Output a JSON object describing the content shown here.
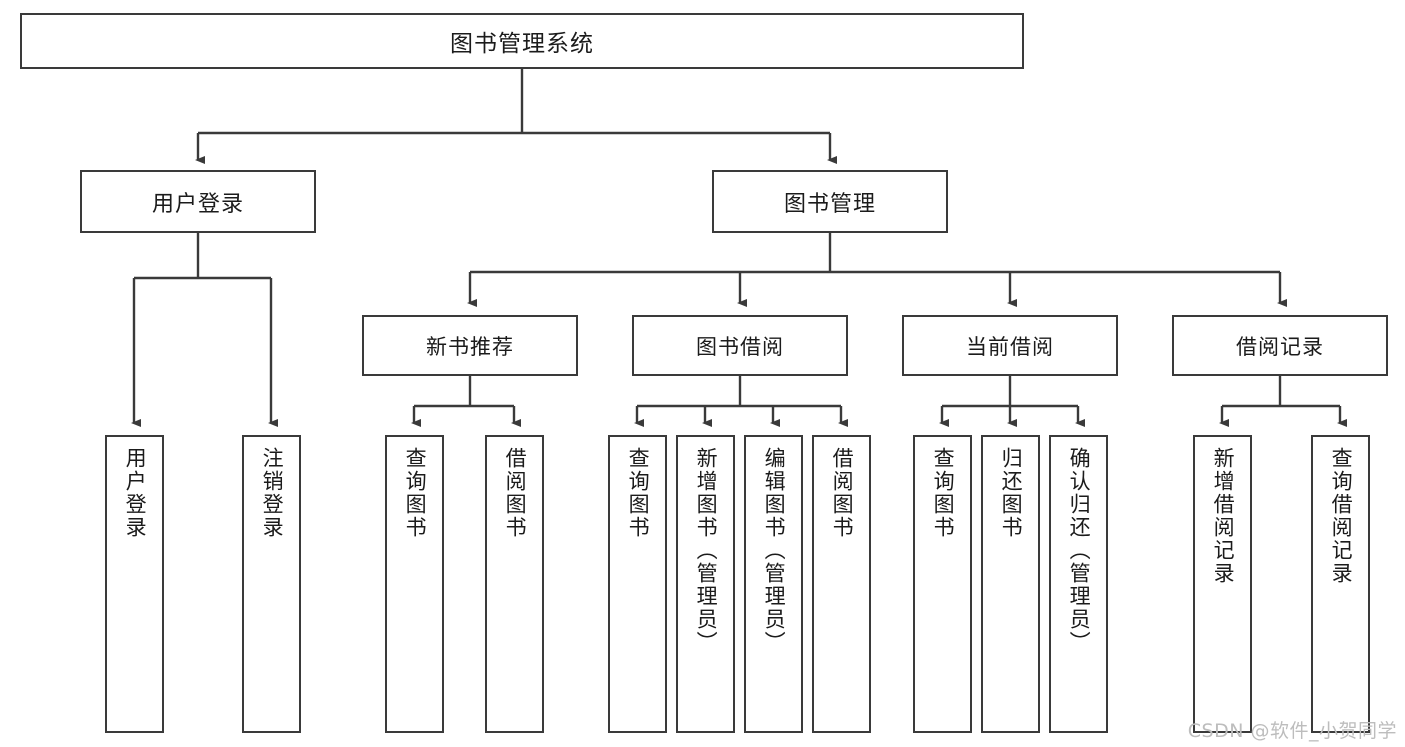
{
  "diagram": {
    "title": "图书管理系统",
    "watermark": "CSDN @软件_小贺同学",
    "stroke_color": "#3a3a3a",
    "text_color": "#1b1b1b",
    "background_color": "#ffffff",
    "root": {
      "label": "图书管理系统"
    },
    "level1": [
      {
        "label": "用户登录"
      },
      {
        "label": "图书管理"
      }
    ],
    "level2": [
      {
        "label": "新书推荐"
      },
      {
        "label": "图书借阅"
      },
      {
        "label": "当前借阅"
      },
      {
        "label": "借阅记录"
      }
    ],
    "leaves": [
      {
        "label": "用户登录"
      },
      {
        "label": "注销登录"
      },
      {
        "label": "查询图书"
      },
      {
        "label": "借阅图书"
      },
      {
        "label": "查询图书"
      },
      {
        "label": "新增图书（管理员）"
      },
      {
        "label": "编辑图书（管理员）"
      },
      {
        "label": "借阅图书"
      },
      {
        "label": "查询图书"
      },
      {
        "label": "归还图书"
      },
      {
        "label": "确认归还（管理员）"
      },
      {
        "label": "新增借阅记录"
      },
      {
        "label": "查询借阅记录"
      }
    ]
  },
  "chart_data": {
    "type": "diagram",
    "subtype": "tree-hierarchy",
    "title": "图书管理系统",
    "orientation": "top-down",
    "nodes": [
      {
        "id": "root",
        "label": "图书管理系统",
        "level": 0,
        "parent": null
      },
      {
        "id": "n1",
        "label": "用户登录",
        "level": 1,
        "parent": "root"
      },
      {
        "id": "n2",
        "label": "图书管理",
        "level": 1,
        "parent": "root"
      },
      {
        "id": "n3",
        "label": "新书推荐",
        "level": 2,
        "parent": "n2"
      },
      {
        "id": "n4",
        "label": "图书借阅",
        "level": 2,
        "parent": "n2"
      },
      {
        "id": "n5",
        "label": "当前借阅",
        "level": 2,
        "parent": "n2"
      },
      {
        "id": "n6",
        "label": "借阅记录",
        "level": 2,
        "parent": "n2"
      },
      {
        "id": "l1",
        "label": "用户登录",
        "level": 3,
        "parent": "n1"
      },
      {
        "id": "l2",
        "label": "注销登录",
        "level": 3,
        "parent": "n1"
      },
      {
        "id": "l3",
        "label": "查询图书",
        "level": 3,
        "parent": "n3"
      },
      {
        "id": "l4",
        "label": "借阅图书",
        "level": 3,
        "parent": "n3"
      },
      {
        "id": "l5",
        "label": "查询图书",
        "level": 3,
        "parent": "n4"
      },
      {
        "id": "l6",
        "label": "新增图书（管理员）",
        "level": 3,
        "parent": "n4"
      },
      {
        "id": "l7",
        "label": "编辑图书（管理员）",
        "level": 3,
        "parent": "n4"
      },
      {
        "id": "l8",
        "label": "借阅图书",
        "level": 3,
        "parent": "n4"
      },
      {
        "id": "l9",
        "label": "查询图书",
        "level": 3,
        "parent": "n5"
      },
      {
        "id": "l10",
        "label": "归还图书",
        "level": 3,
        "parent": "n5"
      },
      {
        "id": "l11",
        "label": "确认归还（管理员）",
        "level": 3,
        "parent": "n5"
      },
      {
        "id": "l12",
        "label": "新增借阅记录",
        "level": 3,
        "parent": "n6"
      },
      {
        "id": "l13",
        "label": "查询借阅记录",
        "level": 3,
        "parent": "n6"
      }
    ]
  }
}
